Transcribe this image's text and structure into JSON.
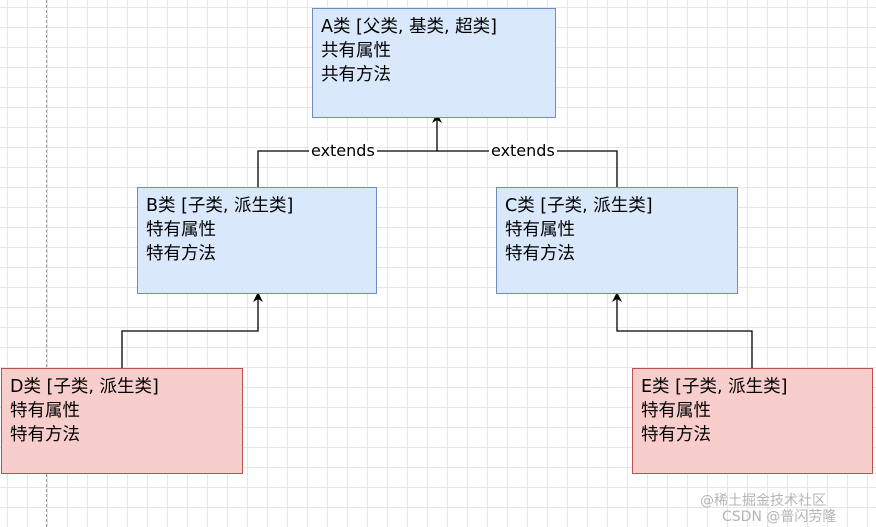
{
  "nodes": {
    "a": {
      "lines": [
        "A类 [父类, 基类, 超类]",
        "共有属性",
        "共有方法"
      ],
      "fill": "#dae8fc",
      "stroke": "#6c8ebf"
    },
    "b": {
      "lines": [
        "B类 [子类, 派生类]",
        "特有属性",
        "特有方法"
      ],
      "fill": "#dae8fc",
      "stroke": "#6c8ebf"
    },
    "c": {
      "lines": [
        "C类 [子类, 派生类]",
        "特有属性",
        "特有方法"
      ],
      "fill": "#dae8fc",
      "stroke": "#6c8ebf"
    },
    "d": {
      "lines": [
        "D类 [子类, 派生类]",
        "特有属性",
        "特有方法"
      ],
      "fill": "#f8cecc",
      "stroke": "#b85450"
    },
    "e": {
      "lines": [
        "E类 [子类, 派生类]",
        "特有属性",
        "特有方法"
      ],
      "fill": "#f8cecc",
      "stroke": "#b85450"
    }
  },
  "edges": {
    "b_to_a": {
      "label": "extends"
    },
    "c_to_a": {
      "label": "extends"
    }
  },
  "watermark": {
    "line1": "@稀土掘金技术社区",
    "line2": "CSDN @普闪劳隆"
  }
}
